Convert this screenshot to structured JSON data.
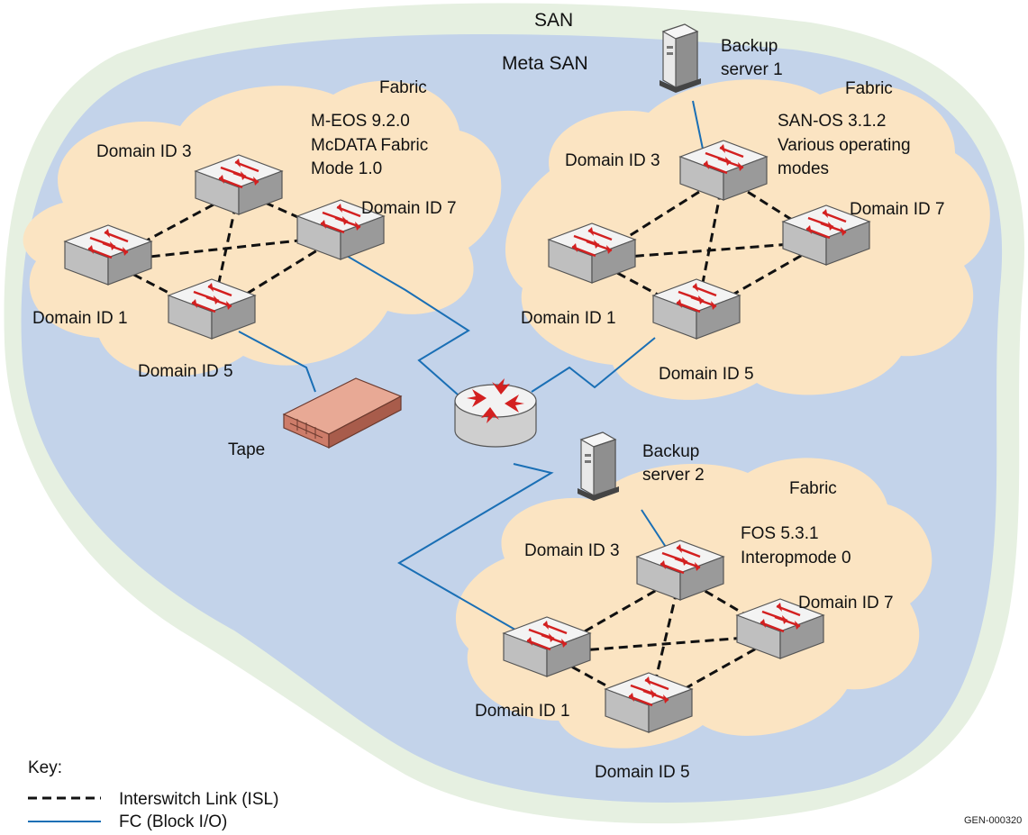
{
  "labels": {
    "san": "SAN",
    "meta_san": "Meta SAN",
    "tape": "Tape",
    "backup_server_1": [
      "Backup",
      "server 1"
    ],
    "backup_server_2": [
      "Backup",
      "server 2"
    ],
    "doc_id": "GEN-000320"
  },
  "fabrics": [
    {
      "heading": "Fabric",
      "info": [
        "M-EOS 9.2.0",
        "McDATA Fabric",
        "Mode 1.0"
      ],
      "domains": [
        "Domain ID 3",
        "Domain ID 7",
        "Domain ID 1",
        "Domain ID 5"
      ]
    },
    {
      "heading": "Fabric",
      "info": [
        "SAN-OS 3.1.2",
        "Various operating",
        "modes"
      ],
      "domains": [
        "Domain ID 3",
        "Domain ID 7",
        "Domain ID 1",
        "Domain ID 5"
      ]
    },
    {
      "heading": "Fabric",
      "info": [
        "FOS 5.3.1",
        "Interopmode 0"
      ],
      "domains": [
        "Domain ID 3",
        "Domain ID 7",
        "Domain ID 1",
        "Domain ID 5"
      ]
    }
  ],
  "key": {
    "title": "Key:",
    "items": [
      {
        "style": "dashed",
        "label": "Interswitch Link (ISL)"
      },
      {
        "style": "solid",
        "label": "FC (Block I/O)"
      }
    ]
  },
  "colors": {
    "san": "#e6f0e1",
    "meta_san": "#c3d3ea",
    "fabric": "#fbe4c2",
    "fc_link": "#1a6fb5",
    "isl_link": "#111111",
    "switch_arrow": "#d32020",
    "tape": "#cd7c69"
  }
}
